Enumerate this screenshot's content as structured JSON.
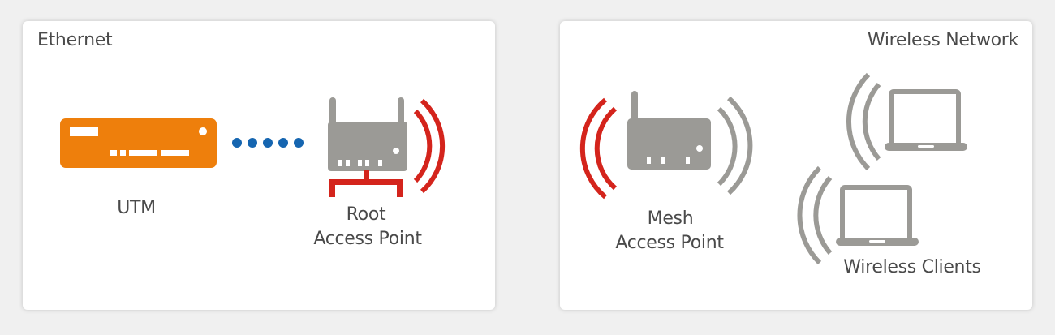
{
  "left_panel": {
    "title": "Ethernet",
    "utm_label": "UTM",
    "root_label_1": "Root",
    "root_label_2": "Access Point"
  },
  "right_panel": {
    "title": "Wireless Network",
    "mesh_label_1": "Mesh",
    "mesh_label_2": "Access Point",
    "clients_label": "Wireless Clients"
  },
  "colors": {
    "utm": "#EE7F0C",
    "link_dots": "#1565B0",
    "device_gray": "#9B9A96",
    "signal_red": "#D4241C"
  }
}
